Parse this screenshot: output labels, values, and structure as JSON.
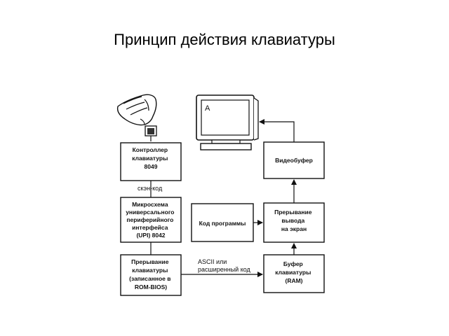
{
  "title": "Принцип действия клавиатуры",
  "screen_letter": "A",
  "blocks": {
    "controller": [
      "Контроллер",
      "клавиатуры",
      "8049"
    ],
    "upi": [
      "Микросхема",
      "универсального",
      "периферийного",
      "интерфейса",
      "(UPI) 8042"
    ],
    "interrupt_kbd": [
      "Прерывание",
      "клавиатуры",
      "(записанное в",
      "ROM-BIOS)"
    ],
    "video_buffer": [
      "Видеобуфер"
    ],
    "program_code": [
      "Код программы"
    ],
    "interrupt_out": [
      "Прерывание",
      "вывода",
      "на экран"
    ],
    "kbd_buffer": [
      "Буфер",
      "клавиатуры",
      "(RAM)"
    ]
  },
  "edges": {
    "scan_code": "скэн-код",
    "ascii_line1": "ASCII или",
    "ascii_line2": "расширенный код"
  }
}
